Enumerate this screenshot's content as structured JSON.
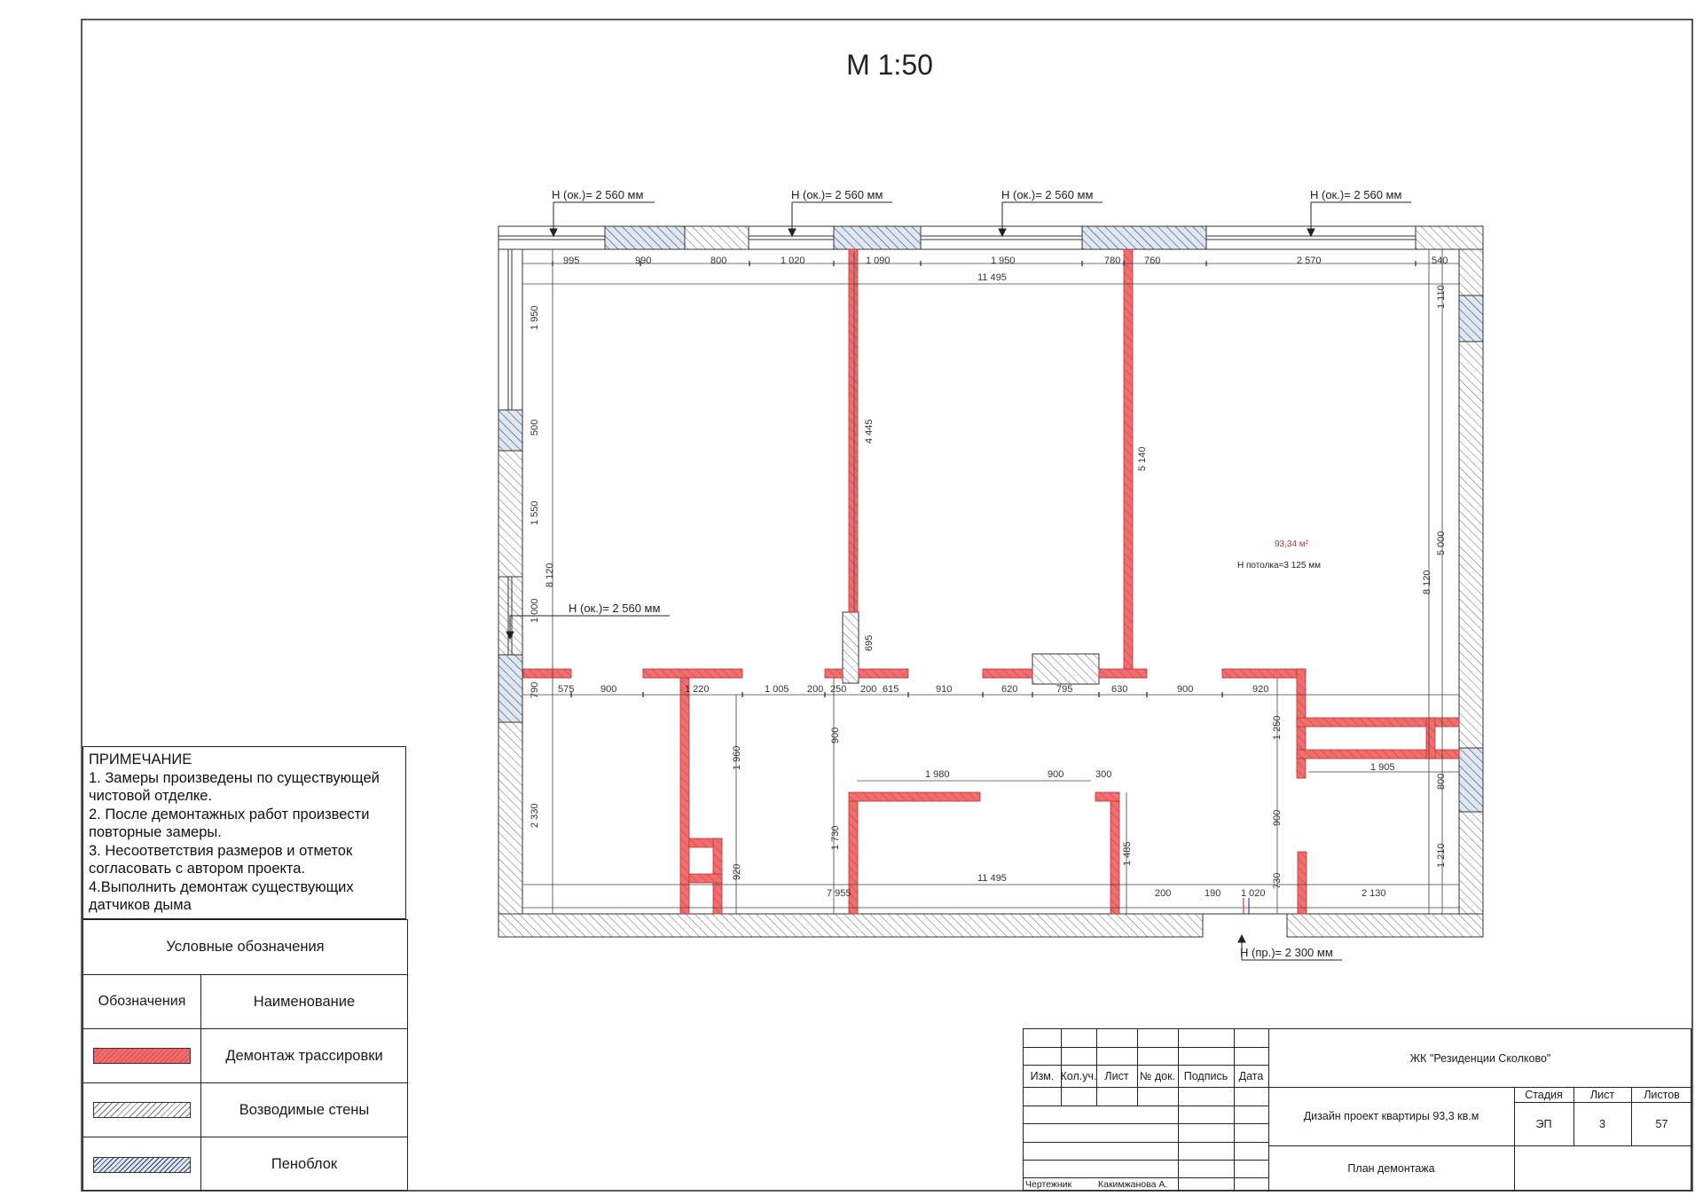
{
  "scale_title": "М 1:50",
  "window_heights": [
    "Н (ок.)= 2 560 мм",
    "Н (ок.)= 2 560 мм",
    "Н (ок.)= 2 560 мм",
    "Н (ок.)= 2 560 мм",
    "Н (ок.)= 2 560 мм"
  ],
  "door_height": "Н (пр.)= 2 300 мм",
  "area_label": "93,34 м²",
  "ceiling_label": "Н потолка=3 125 мм",
  "top_dims": [
    "995",
    "990",
    "800",
    "1 020",
    "1 090",
    "1 950",
    "780",
    "760",
    "2 570",
    "540"
  ],
  "overall_top": "11 495",
  "overall_bottom": "11 495",
  "mid_dims": [
    "575",
    "900",
    "1 220",
    "1 005",
    "200",
    "250",
    "200",
    "615",
    "910",
    "620",
    "795",
    "630",
    "900",
    "920"
  ],
  "left_dims": [
    "1 950",
    "500",
    "1 550",
    "8 120",
    "1 000",
    "790",
    "2 330"
  ],
  "right_dims": [
    "1 110",
    "5 000",
    "8 120",
    "1 250",
    "800",
    "1 210"
  ],
  "inner_dims": [
    "4 445",
    "5 140",
    "695",
    "900",
    "1 960",
    "1 980",
    "900",
    "300",
    "1 730",
    "1 485",
    "920",
    "900",
    "1 905",
    "730"
  ],
  "bottom_dims": [
    "7 955",
    "200",
    "190",
    "1 020",
    "2 130"
  ],
  "notes": {
    "title": "ПРИМЕЧАНИЕ",
    "lines": [
      "1. Замеры произведены по существующей",
      "чистовой отделке.",
      "2. После демонтажных работ произвести",
      "повторные замеры.",
      "3. Несоответствия размеров и отметок",
      "согласовать с автором проекта.",
      "4.Выполнить демонтаж существующих",
      "датчиков дыма"
    ]
  },
  "legend": {
    "title": "Условные обозначения",
    "col_symbol": "Обозначения",
    "col_name": "Наименование",
    "items": [
      {
        "name": "Демонтаж трассировки",
        "pattern": "demolition",
        "color": "#f26d6d"
      },
      {
        "name": "Возводимые стены",
        "pattern": "new-walls",
        "color": "#ffffff"
      },
      {
        "name": "Пеноблок",
        "pattern": "foam-block",
        "color": "#dfe7f2"
      }
    ]
  },
  "title_block": {
    "headers": [
      "Изм.",
      "Кол.уч.",
      "Лист",
      "№ док.",
      "Подпись",
      "Дата"
    ],
    "drafter_role": "Чертежник",
    "drafter_name": "Какимжанова А.",
    "project": "ЖК \"Резиденции Сколково\"",
    "description": "Дизайн проект квартиры 93,3 кв.м",
    "sheet_name": "План демонтажа",
    "stage_label": "Стадия",
    "sheet_label": "Лист",
    "sheets_label": "Листов",
    "stage": "ЭП",
    "sheet": "3",
    "sheets": "57"
  },
  "colors": {
    "demolition": "#f26d6d",
    "wall_hatch": "#555555",
    "foam": "#2a3f5f"
  }
}
